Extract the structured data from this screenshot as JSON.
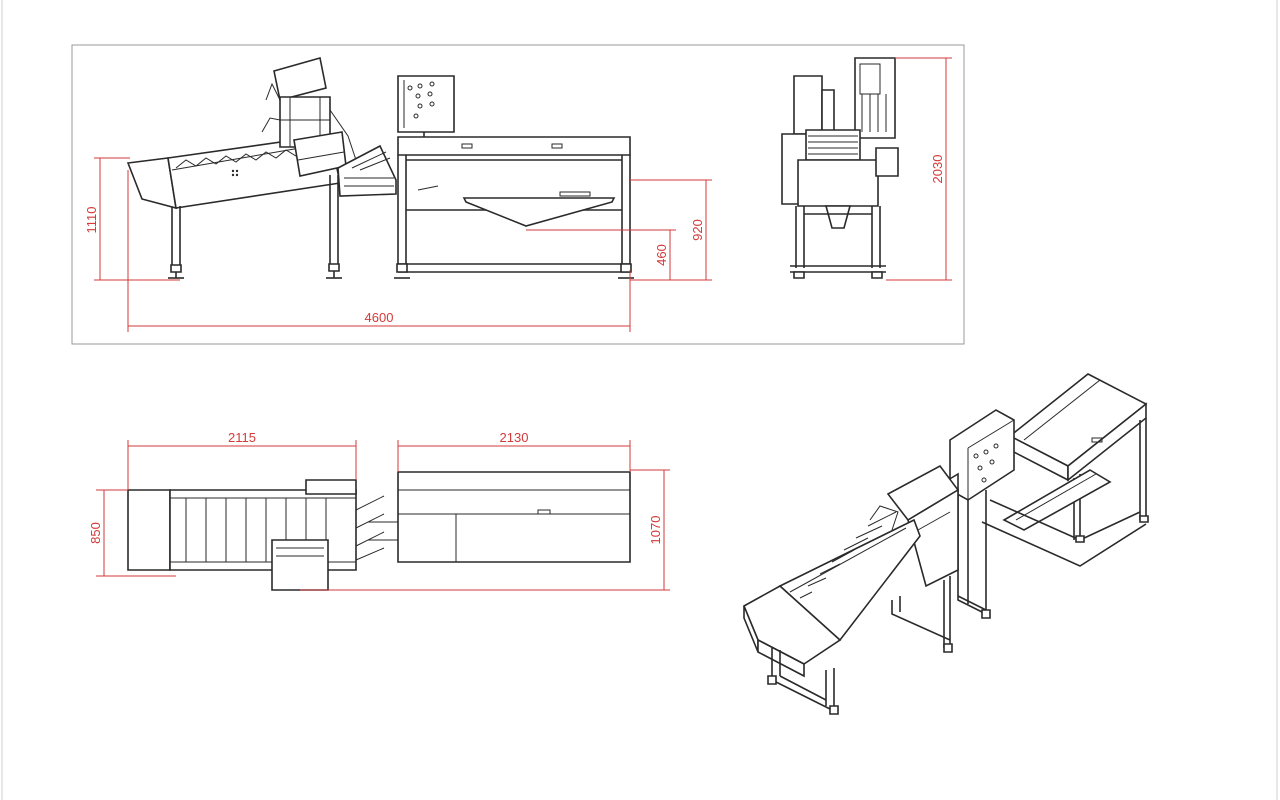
{
  "colors": {
    "dimension": "#d43a3a",
    "linework": "#2a2a2a",
    "frame": "#9a9a9a",
    "background": "#ffffff"
  },
  "dimensions": {
    "side_length": "4600",
    "side_feeder_height": "1110",
    "side_hopper_height": "460",
    "side_table_height": "920",
    "end_total_height": "2030",
    "plan_feeder_length": "2115",
    "plan_table_length": "2130",
    "plan_feeder_width": "850",
    "plan_table_width": "1070"
  }
}
